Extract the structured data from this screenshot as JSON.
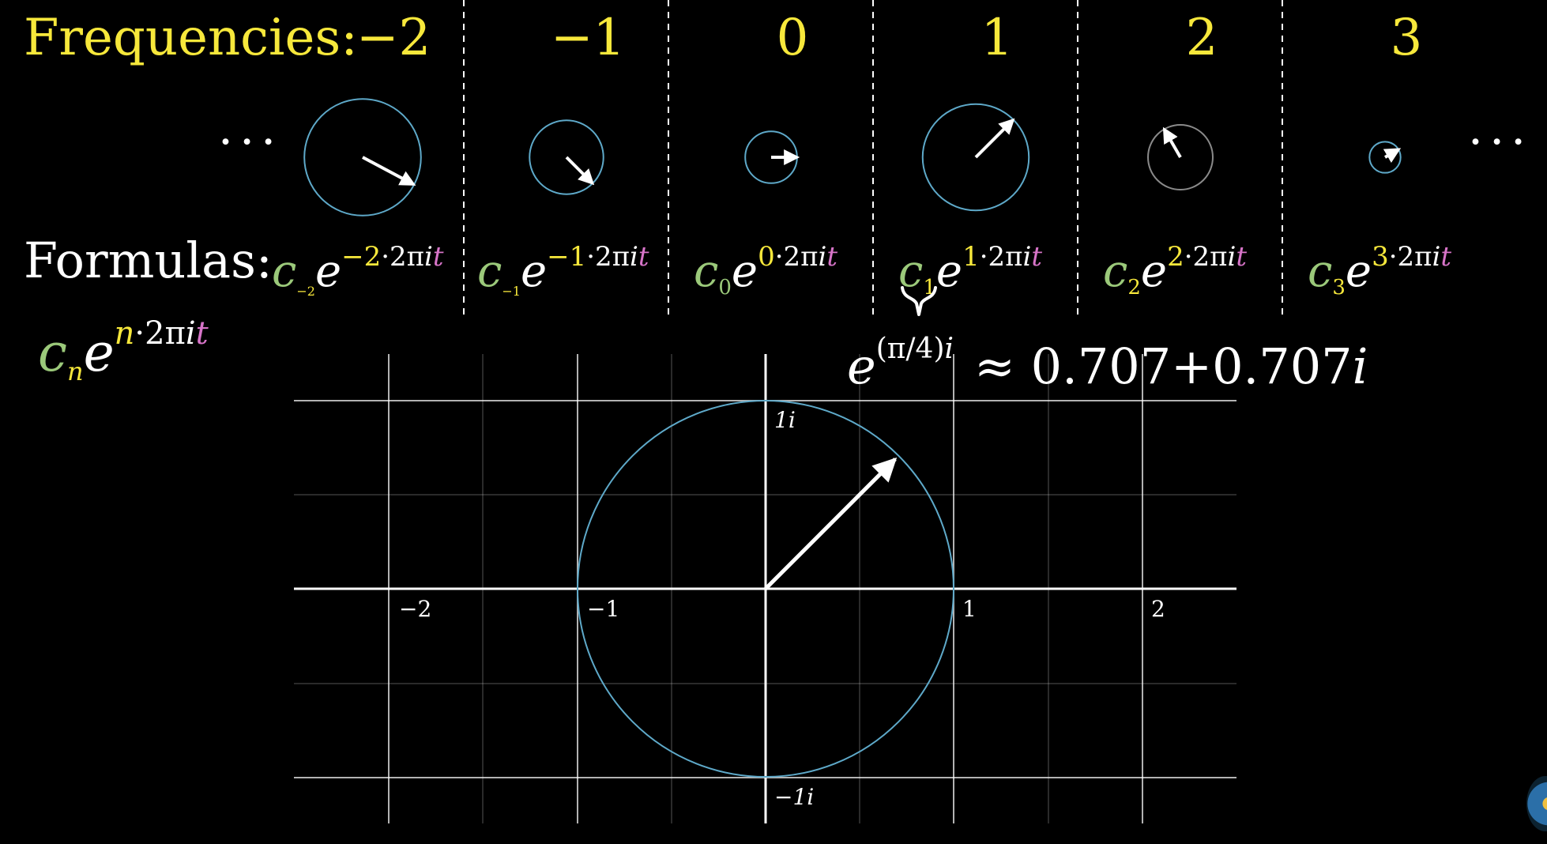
{
  "frequencies": {
    "title": "Frequencies:",
    "values": [
      "−2",
      "−1",
      "0",
      "1",
      "2",
      "3"
    ],
    "ellipsis_left": "···",
    "ellipsis_right": "···"
  },
  "formulas": {
    "title": "Formulas:",
    "items": [
      {
        "c": "c",
        "sub": "−2",
        "e": "e",
        "exp_n": "−2",
        "exp_mid": "·2π",
        "exp_i": "i",
        "exp_t": "t"
      },
      {
        "c": "c",
        "sub": "−1",
        "e": "e",
        "exp_n": "−1",
        "exp_mid": "·2π",
        "exp_i": "i",
        "exp_t": "t"
      },
      {
        "c": "c",
        "sub": "0",
        "e": "e",
        "exp_n": "0",
        "exp_mid": "·2π",
        "exp_i": "i",
        "exp_t": "t"
      },
      {
        "c": "c",
        "sub": "1",
        "e": "e",
        "exp_n": "1",
        "exp_mid": "·2π",
        "exp_i": "i",
        "exp_t": "t"
      },
      {
        "c": "c",
        "sub": "2",
        "e": "e",
        "exp_n": "2",
        "exp_mid": "·2π",
        "exp_i": "i",
        "exp_t": "t"
      },
      {
        "c": "c",
        "sub": "3",
        "e": "e",
        "exp_n": "3",
        "exp_mid": "·2π",
        "exp_i": "i",
        "exp_t": "t"
      }
    ],
    "general": {
      "c": "c",
      "sub": "n",
      "e": "e",
      "exp_n": "n",
      "exp_mid": "·2π",
      "exp_i": "i",
      "exp_t": "t"
    }
  },
  "euler": {
    "e": "e",
    "exponent_pre": "(π/4)",
    "exponent_i": "i",
    "approx": "≈ 0.707+0.707",
    "approx_i": "i"
  },
  "plane": {
    "x_labels": [
      "−2",
      "−1",
      "1",
      "2"
    ],
    "y_labels": [
      "1i",
      "−1i"
    ],
    "vector_angle_deg": 45
  },
  "phasors": [
    {
      "frequency": -2,
      "radius": 0.9,
      "angle_deg": -28
    },
    {
      "frequency": -1,
      "radius": 0.57,
      "angle_deg": -45
    },
    {
      "frequency": 0,
      "radius": 0.4,
      "angle_deg": 0
    },
    {
      "frequency": 1,
      "radius": 0.82,
      "angle_deg": 45
    },
    {
      "frequency": 2,
      "radius": 0.5,
      "angle_deg": 120
    },
    {
      "frequency": 3,
      "radius": 0.24,
      "angle_deg": 30
    }
  ],
  "colors": {
    "yellow": "#f7e83b",
    "green": "#9bc97a",
    "pink": "#d774c8",
    "circle_blue": "#5ea9c9",
    "grid": "#ffffff"
  }
}
